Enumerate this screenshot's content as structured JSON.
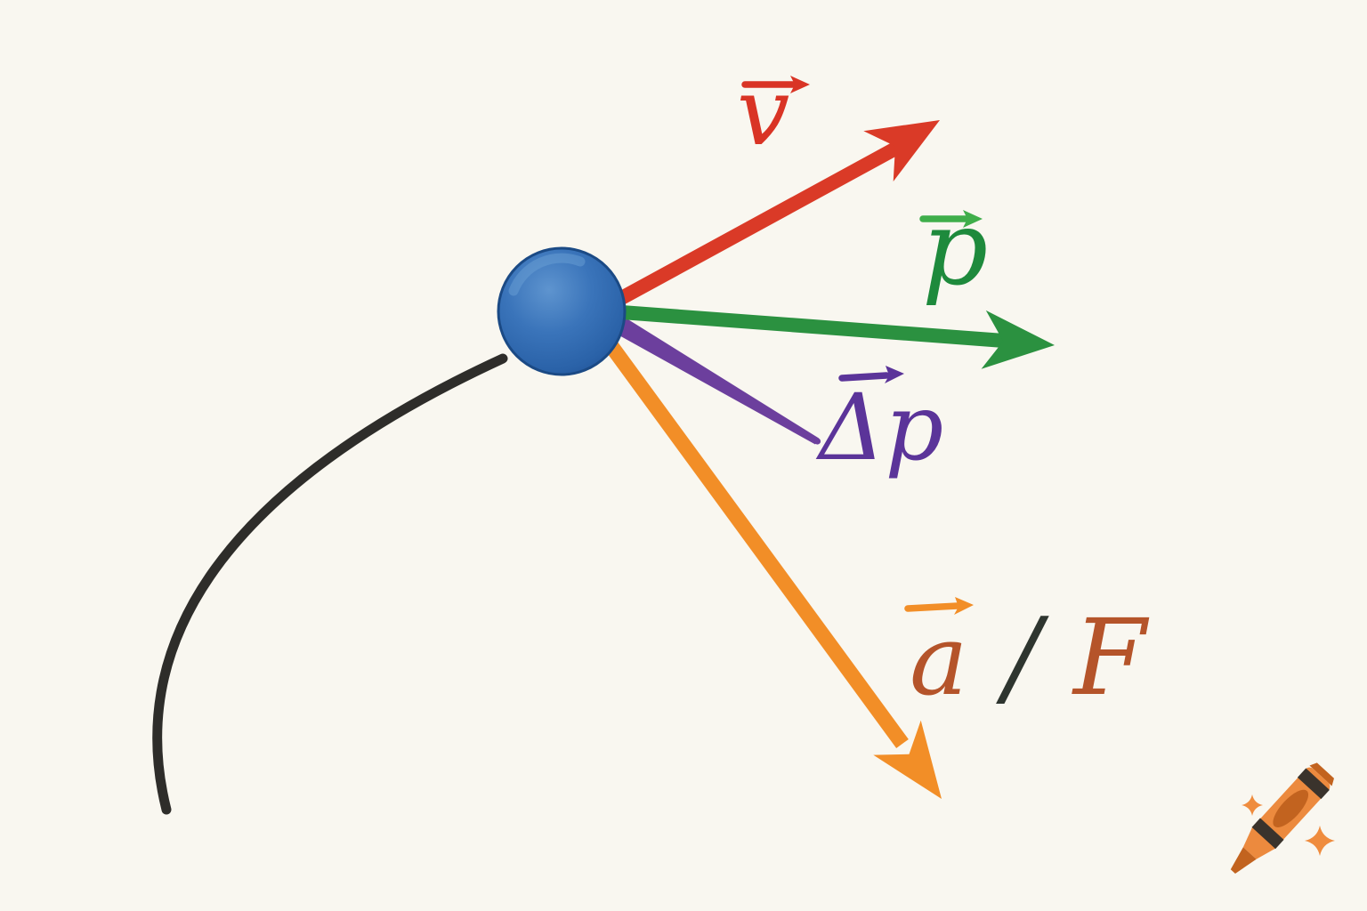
{
  "background_color": "#f9f7f0",
  "labels": {
    "velocity": "v",
    "momentum": "p",
    "delta_momentum": "Δp",
    "acceleration": "a",
    "separator": "/",
    "force": "F"
  },
  "colors": {
    "velocity": "#da3a27",
    "velocity_label": "#d93425",
    "momentum": "#2b9140",
    "momentum_label": "#1e8a3c",
    "momentum_overarrow": "#3fae4a",
    "delta_momentum": "#6c3f9d",
    "delta_momentum_label": "#5b3499",
    "acceleration": "#f28e27",
    "acceleration_label": "#b5542a",
    "separator": "#2e352f",
    "trajectory": "#2e2d2a",
    "ball_main": "#3571b8",
    "ball_highlight": "#6ea3d8",
    "ball_rim": "#1b4a85",
    "crayon_body": "#ec8a3e",
    "crayon_bands": "#3a332c",
    "crayon_tip": "#c2631f",
    "sparkle": "#ef8c3e"
  },
  "watermark": {
    "icon": "crayon-icon"
  }
}
